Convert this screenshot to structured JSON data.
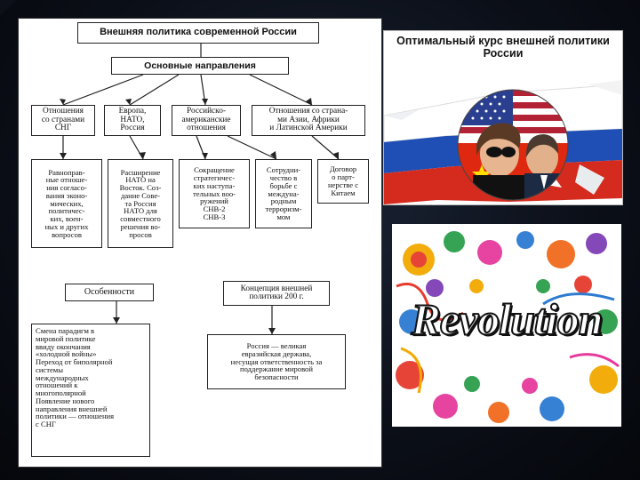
{
  "diagram": {
    "title": "Внешняя политика современной России",
    "main_directions": "Основные направления",
    "directions": [
      "Отношения\nсо странами\nСНГ",
      "Европа,\nНАТО,\nРоссия",
      "Российско-\nамериканские\nотношения",
      "Отношения со страна-\nми Азии, Африки\nи Латинской Америки"
    ],
    "details": [
      "Равноправ-\nные отноше-\nния согласо-\nвания эконо-\nмических,\nполитичес-\nких, воен-\nных и других\nвопросов",
      "Расширение\nНАТО на\nВосток. Соз-\nдание Сове-\nта Россия\nНАТО для\nсовместного\nрешения во-\nпросов",
      "Сокращение\nстратегичес-\nких наступа-\nтельных воо-\nружений\nСНВ-2\nСНВ-3",
      "Сотрудни-\nчество в\nборьбе с\nмеждуна-\nродным\nтерроризм-\nмом",
      "Договор\nо парт-\nнерстве с\nКитаем"
    ],
    "features": "Особенности",
    "features_text": "Смена парадигм в\nмировой политике\nввиду окончания\n«холодной войны»\nПереход от биполярной\nсистемы\nмеждународных\nотношений к\nмногополярной\nПоявление нового\nнаправления внешней\nполитики — отношения\nс СНГ",
    "concept": "Концепция внешней\nполитики 200 г.",
    "concept_text": "Россия — великая\nевразийская держава,\nнесущая ответственность за\nподдержание мировой\nбезопасности"
  },
  "foreign_panel": {
    "title": "Оптимальный курс внешней политики\nРоссии"
  },
  "revolution_panel": {
    "word": "Revolution"
  },
  "colors": {
    "background": "#0b0f18",
    "russia_white": "#ffffff",
    "russia_blue": "#1f4fb5",
    "russia_red": "#d52b1e",
    "china_red": "#de2910",
    "china_star": "#ffde00",
    "usa_blue": "#2a3f8f"
  }
}
